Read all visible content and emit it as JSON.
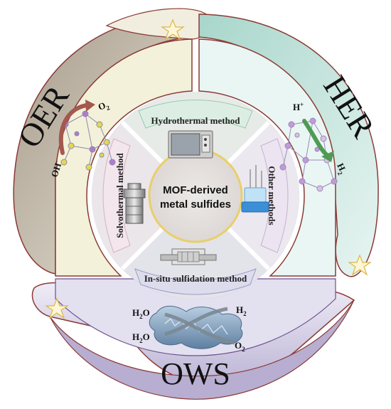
{
  "center": {
    "line1": "MOF-derived",
    "line2": "metal sulfides"
  },
  "methods": {
    "top": "Hydrothermal method",
    "right": "Other methods",
    "bottom": "In-situ sulfidation method",
    "left": "Solvothermal method"
  },
  "sectors": {
    "oer": "OER",
    "her": "HER",
    "ows": "OWS"
  },
  "reactions": {
    "oer_in": "OH",
    "oer_in_sup": "-",
    "oer_out": "O",
    "oer_out_sub": "2",
    "her_in": "H",
    "her_in_sup": "+",
    "her_out": "H",
    "her_out_sub": "2",
    "ows_in_top": "H",
    "ows_in_top_sub": "2",
    "ows_in_top_tail": "O",
    "ows_in_bottom": "H",
    "ows_in_bottom_sub": "2",
    "ows_in_bottom_tail": "O",
    "ows_out_top": "H",
    "ows_out_top_sub": "2",
    "ows_out_bottom": "O",
    "ows_out_bottom_sub": "2"
  },
  "colors": {
    "oer_fill": "#f3f1d9",
    "oer_band": "#b6ab9a",
    "her_fill": "#eaf6f3",
    "her_band": "#bfe1da",
    "ows_fill": "#e3e0ef",
    "ows_band": "#cbc4e0",
    "method_top": "#dfeee4",
    "method_side": "#efe4ea",
    "method_right": "#ebe6f0",
    "method_bottom": "#dfe0ea",
    "center_ring": "#e8cf6a"
  },
  "icons": [
    "star-icon",
    "oven-icon",
    "autoclave-icon",
    "beaker-icon",
    "furnace-icon",
    "mof-structure-icon",
    "curved-arrow-icon",
    "cloud-catalyst-icon"
  ]
}
